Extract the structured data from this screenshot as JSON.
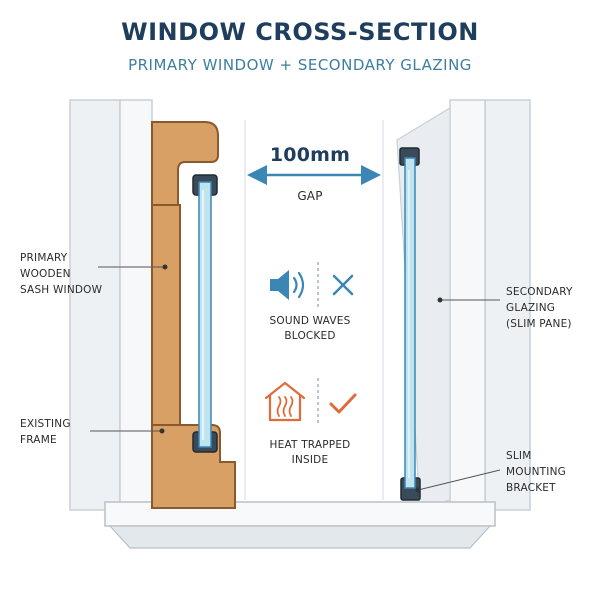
{
  "header": {
    "title": "WINDOW CROSS-SECTION",
    "subtitle": "PRIMARY WINDOW + SECONDARY GLAZING"
  },
  "gap": {
    "measurement": "100mm",
    "label": "GAP"
  },
  "callouts": {
    "primary_window": [
      "PRIMARY",
      "WOODEN",
      "SASH WINDOW"
    ],
    "existing_frame": [
      "EXISTING",
      "FRAME"
    ],
    "secondary_glazing": [
      "SECONDARY",
      "GLAZING",
      "(SLIM PANE)"
    ],
    "mounting_bracket": [
      "SLIM",
      "MOUNTING",
      "BRACKET"
    ]
  },
  "benefits": {
    "sound": [
      "SOUND WAVES",
      "BLOCKED"
    ],
    "heat": [
      "HEAT TRAPPED",
      "INSIDE"
    ]
  },
  "icons": {
    "sound": "speaker-icon",
    "blocked": "cross-icon",
    "heat": "house-heat-icon",
    "ok": "checkmark-icon"
  },
  "colors": {
    "title": "#1f3d5c",
    "subtitle": "#3f7ea0",
    "wood": "#d9a066",
    "wood_outline": "#8a5a2e",
    "glass": "#bfe3ef",
    "accent_blue": "#3a86b4",
    "accent_orange": "#e06a3a",
    "wall": "#eef1f4"
  }
}
